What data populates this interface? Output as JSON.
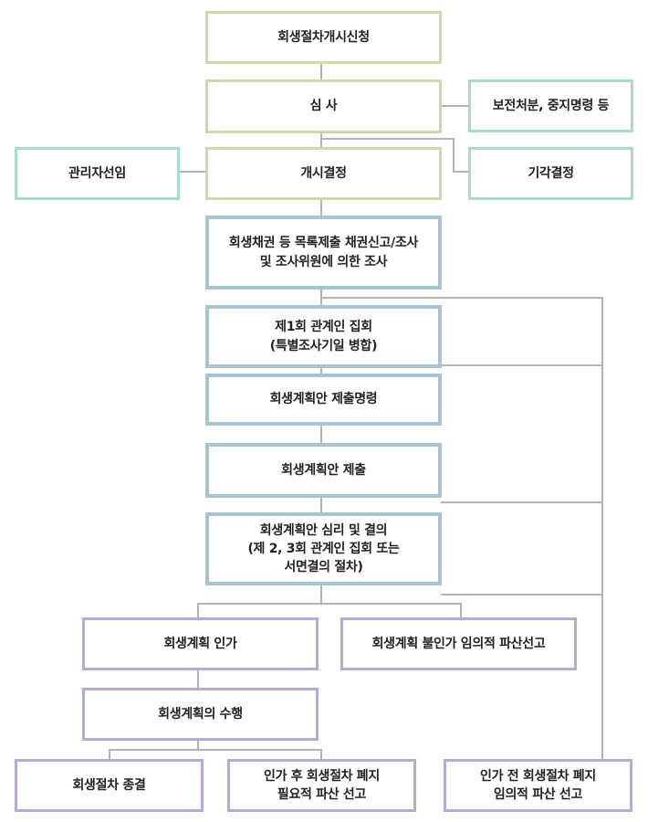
{
  "nodes": {
    "petition": "회생절차개시신청",
    "review": "심 사",
    "preservation": "보전처분, 중지명령 등",
    "trustee": "관리자선임",
    "commencement": "개시결정",
    "dismissal": "기각결정",
    "claims_survey": "회생채권 등 목록제출 채권신고/조사\n및  조사위원에 의한 조사",
    "first_meeting": "제1회 관계인 집회\n(특별조사기일 병합)",
    "plan_order": "회생계획안 제출명령",
    "plan_submit": "회생계획안 제출",
    "plan_review": "회생계획안 심리 및 결의\n(제 2, 3회 관계인 집회 또는\n서면결의 절차)",
    "approval": "회생계획 인가",
    "disapproval": "회생계획 불인가 임의적 파산선고",
    "execution": "회생계획의 수행",
    "termination": "회생절차 종결",
    "post_abolition": "인가 후 회생절차 폐지\n필요적 파산 선고",
    "pre_abolition": "인가 전 회생절차 폐지\n임의적 파산 선고"
  }
}
